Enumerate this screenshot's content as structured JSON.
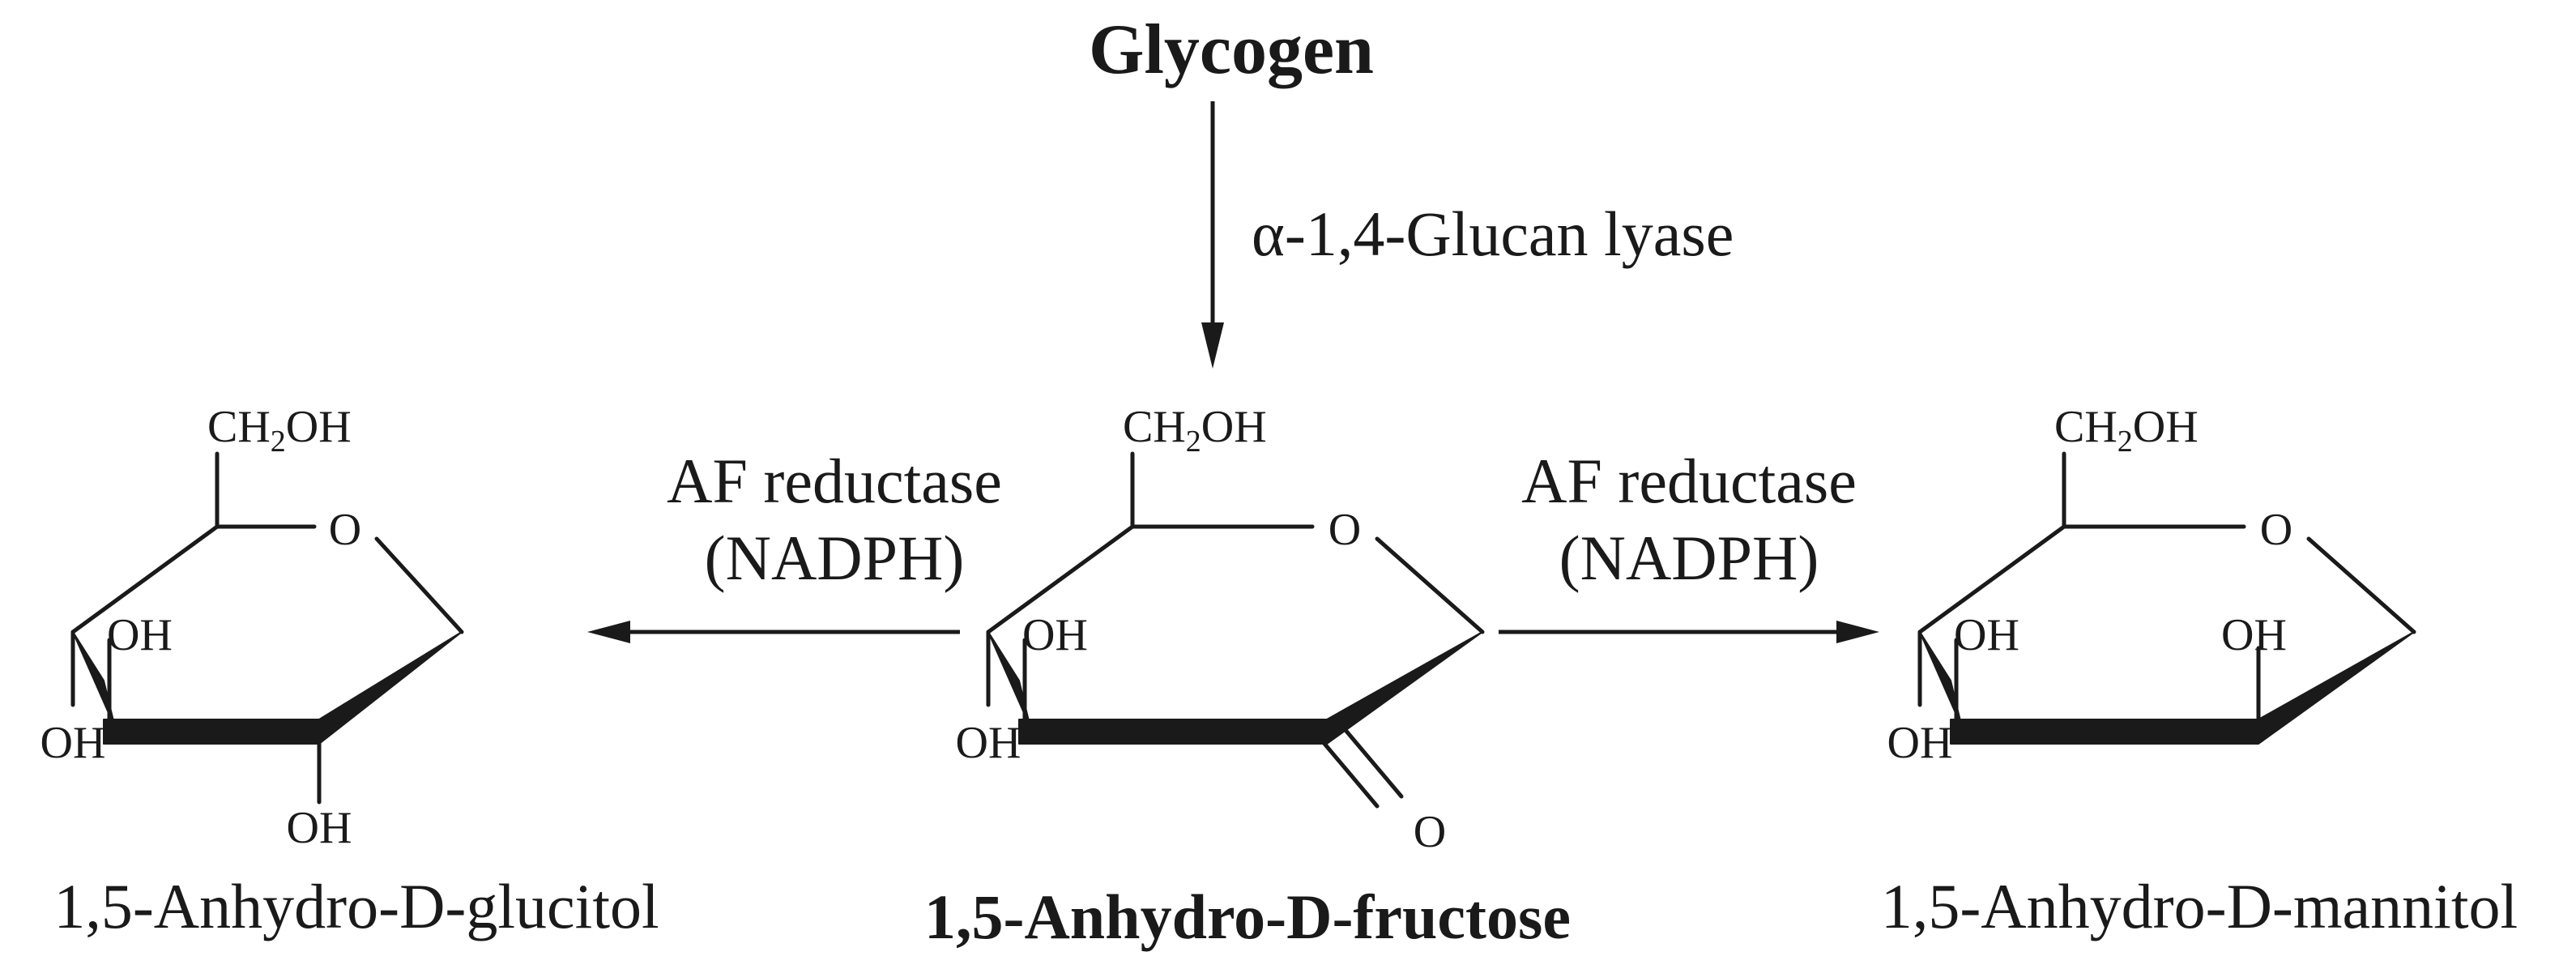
{
  "title": "Glycogen",
  "enzyme_top": "α-1,4-Glucan lyase",
  "enzyme_left": {
    "line1": "AF reductase",
    "line2": "(NADPH)"
  },
  "enzyme_right": {
    "line1": "AF reductase",
    "line2": "(NADPH)"
  },
  "molecules": {
    "left": {
      "name": "1,5-Anhydro-D-glucitol",
      "substituents": {
        "ch2oh": "CH2OH",
        "ring_o": "O",
        "oh_c4": "OH",
        "oh_c3": "OH",
        "oh_c2": "OH"
      }
    },
    "center": {
      "name": "1,5-Anhydro-D-fructose",
      "substituents": {
        "ch2oh": "CH2OH",
        "ring_o": "O",
        "oh_c4": "OH",
        "oh_c3": "OH",
        "keto_o": "O"
      }
    },
    "right": {
      "name": "1,5-Anhydro-D-mannitol",
      "substituents": {
        "ch2oh": "CH2OH",
        "ring_o": "O",
        "oh_c4": "OH",
        "oh_c3": "OH",
        "oh_c2": "OH"
      }
    }
  }
}
